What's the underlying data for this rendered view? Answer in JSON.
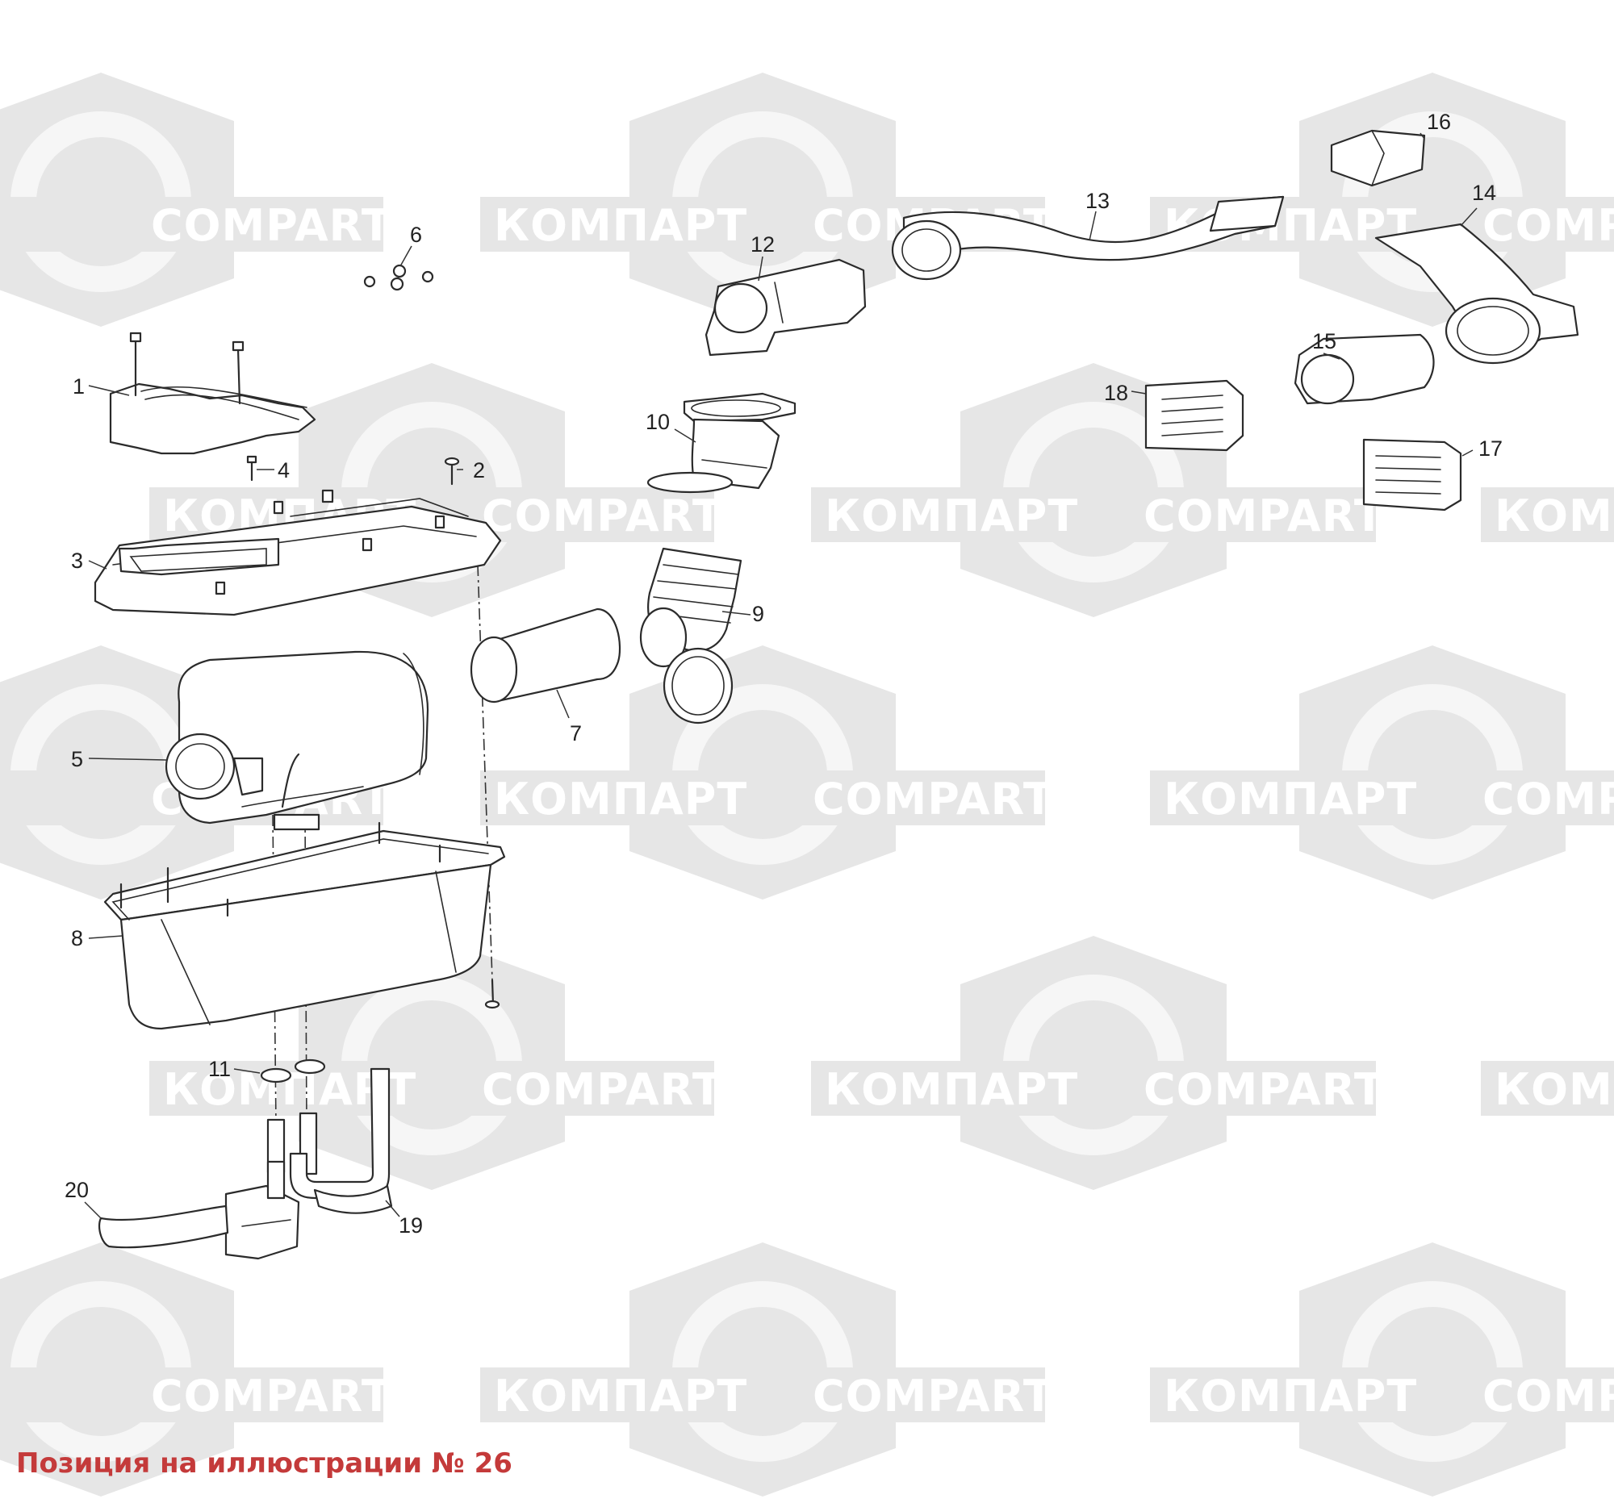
{
  "watermark": {
    "text_latin": "COMPART",
    "text_cyrillic": "КОМПАРТ",
    "color": "#e6e6e6"
  },
  "caption": {
    "text": "Позиция на иллюстрации № 26",
    "color": "#c43a3a"
  },
  "part_numbers": [
    "1",
    "2",
    "3",
    "4",
    "5",
    "6",
    "7",
    "8",
    "9",
    "10",
    "11",
    "12",
    "13",
    "14",
    "15",
    "16",
    "17",
    "18",
    "19",
    "20"
  ]
}
